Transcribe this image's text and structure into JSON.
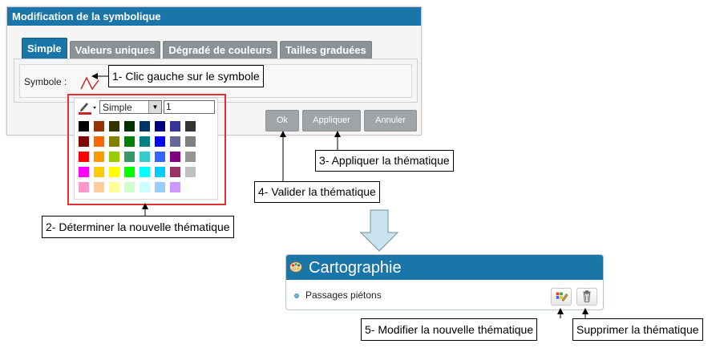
{
  "dialog": {
    "title": "Modification de la symbolique",
    "tabs": [
      "Simple",
      "Valeurs uniques",
      "Dégradé de couleurs",
      "Tailles graduées"
    ],
    "active_tab": "Simple",
    "symbol_label": "Symbole :",
    "buttons": {
      "ok": "Ok",
      "apply": "Appliquer",
      "cancel": "Annuler"
    }
  },
  "picker": {
    "style_value": "Simple",
    "width_value": "1",
    "colors": [
      [
        "#000000",
        "#993300",
        "#333300",
        "#003300",
        "#003366",
        "#000080",
        "#333399",
        "#333333"
      ],
      [
        "#800000",
        "#ff6600",
        "#808000",
        "#008000",
        "#008080",
        "#0000ff",
        "#666699",
        "#808080"
      ],
      [
        "#ff0000",
        "#ff9900",
        "#99cc00",
        "#339966",
        "#33cccc",
        "#3366ff",
        "#800080",
        "#969696"
      ],
      [
        "#ff00ff",
        "#ffcc00",
        "#ffff00",
        "#00ff00",
        "#00ffff",
        "#00ccff",
        "#993366",
        "#c0c0c0"
      ],
      [
        "#ff99cc",
        "#ffcc99",
        "#ffff99",
        "#ccffcc",
        "#ccffff",
        "#99ccff",
        "#cc99ff"
      ]
    ]
  },
  "callouts": {
    "step1": "1- Clic gauche sur le symbole",
    "step2": "2- Déterminer la nouvelle thématique",
    "step3": "3- Appliquer la thématique",
    "step4": "4- Valider la thématique",
    "step5": "5- Modifier la nouvelle thématique",
    "delete": "Supprimer la thématique"
  },
  "panel": {
    "title": "Cartographie",
    "layer_name": "Passages piétons"
  },
  "colors": {
    "header_blue": "#1a75a8",
    "button_gray": "#9ea4a7",
    "highlight_red": "#e53030"
  }
}
